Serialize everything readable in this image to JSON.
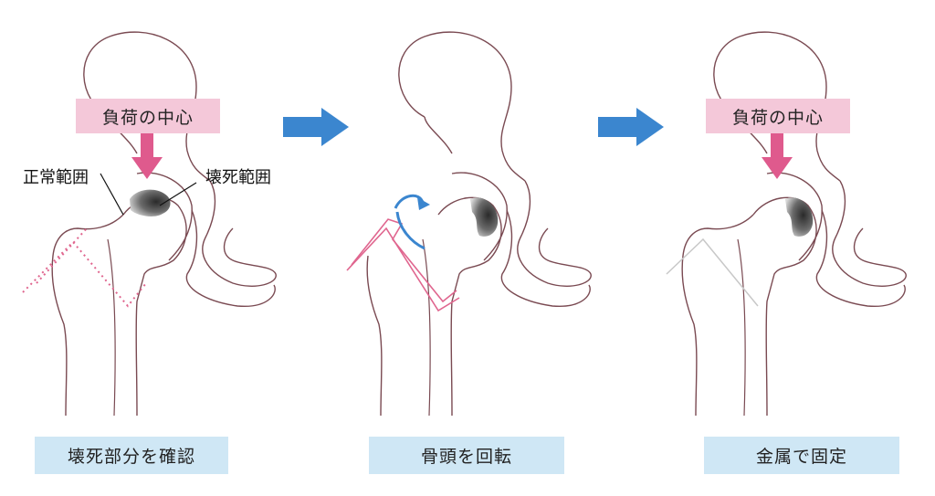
{
  "colors": {
    "outline": "#7a4a52",
    "load_arrow": "#df5a8d",
    "load_label_bg": "#f4c8d9",
    "step_arrow": "#3b86cf",
    "caption_bg": "#cfe7f5",
    "cut_line": "#e0668f",
    "fixation_line": "#c8c8c8"
  },
  "panel1": {
    "load_label": "負荷の中心",
    "normal_label": "正常範囲",
    "necrosis_label": "壊死範囲",
    "caption": "壊死部分を確認"
  },
  "panel2": {
    "caption": "骨頭を回転",
    "rotation_icon": "rotate-arrow-icon"
  },
  "panel3": {
    "load_label": "負荷の中心",
    "caption": "金属で固定"
  },
  "step_arrows": [
    "arrow-right-icon",
    "arrow-right-icon"
  ]
}
